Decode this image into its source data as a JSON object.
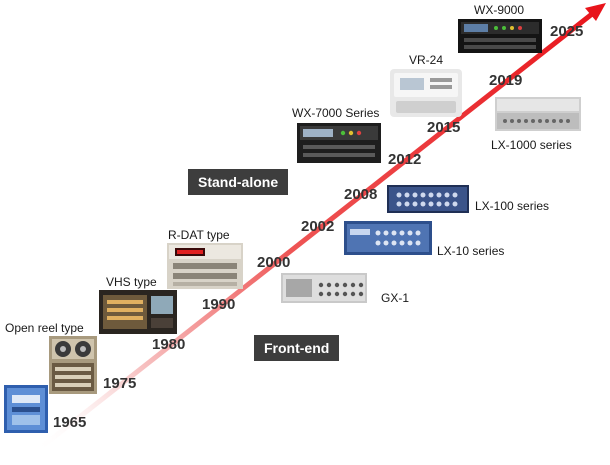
{
  "categories": {
    "stand_alone": "Stand-alone",
    "front_end": "Front-end"
  },
  "years": [
    "1965",
    "1975",
    "1980",
    "1990",
    "2000",
    "2002",
    "2008",
    "2012",
    "2015",
    "2019",
    "2025"
  ],
  "products": {
    "open_reel": "Open reel type",
    "vhs": "VHS type",
    "rdat": "R-DAT type",
    "wx7000": "WX-7000 Series",
    "vr24": "VR-24",
    "wx9000": "WX-9000",
    "gx1": "GX-1",
    "lx10": "LX-10 series",
    "lx100": "LX-100 series",
    "lx1000": "LX-1000 series"
  },
  "colors": {
    "arrow_start": "#ffe8e8",
    "arrow_end": "#e8141b",
    "tag_bg": "#3d3d3d",
    "year_text": "#333333"
  }
}
